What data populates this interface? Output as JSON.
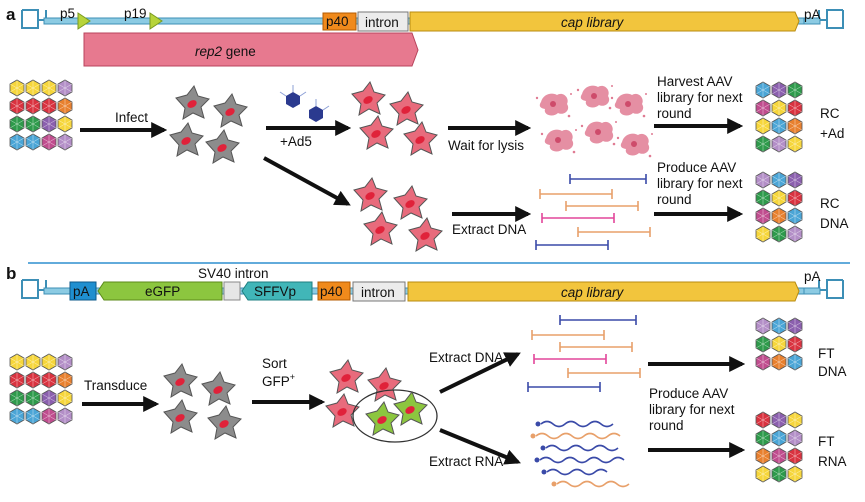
{
  "panel_a": {
    "letter": "a",
    "promoters": [
      "p5",
      "p19"
    ],
    "p40": "p40",
    "intron": "intron",
    "cap_library": "cap library",
    "pA": "pA",
    "rep2_gene": "rep2",
    "rep2_suffix": " gene",
    "infect": "Infect",
    "ad5": "+Ad5",
    "wait_for_lysis": "Wait for lysis",
    "harvest": [
      "Harvest AAV",
      "library for next",
      "round"
    ],
    "rc_ad": [
      "RC",
      "+Ad"
    ],
    "extract_dna": "Extract DNA",
    "produce": [
      "Produce AAV",
      "library for next",
      "round"
    ],
    "rc_dna": [
      "RC",
      "DNA"
    ]
  },
  "panel_b": {
    "letter": "b",
    "pA_left": "pA",
    "egfp": "eGFP",
    "sv40_intron": "SV40 intron",
    "sffvp": "SFFVp",
    "p40": "p40",
    "intron": "intron",
    "cap_library": "cap library",
    "pA_right": "pA",
    "transduce": "Transduce",
    "sort": "Sort",
    "gfp": "GFP",
    "gfp_sup": "+",
    "extract_dna": "Extract DNA",
    "extract_rna": "Extract RNA",
    "produce": [
      "Produce AAV",
      "library for next",
      "round"
    ],
    "ft_dna": [
      "FT",
      "DNA"
    ],
    "ft_rna": [
      "FT",
      "RNA"
    ]
  },
  "colors": {
    "backbone": "#8ccbe3",
    "backbone_stroke": "#3d8fb6",
    "cap": "#f2c53d",
    "rep": "#e7798f",
    "egfp": "#8cc63f",
    "sffvp": "#41b6b8",
    "p40": "#f08a1c",
    "cell_gray": "#8c8c8c",
    "cell_pink": "#e86b7c",
    "nucleus": "#e0223a",
    "divider": "#2e8fcf"
  }
}
